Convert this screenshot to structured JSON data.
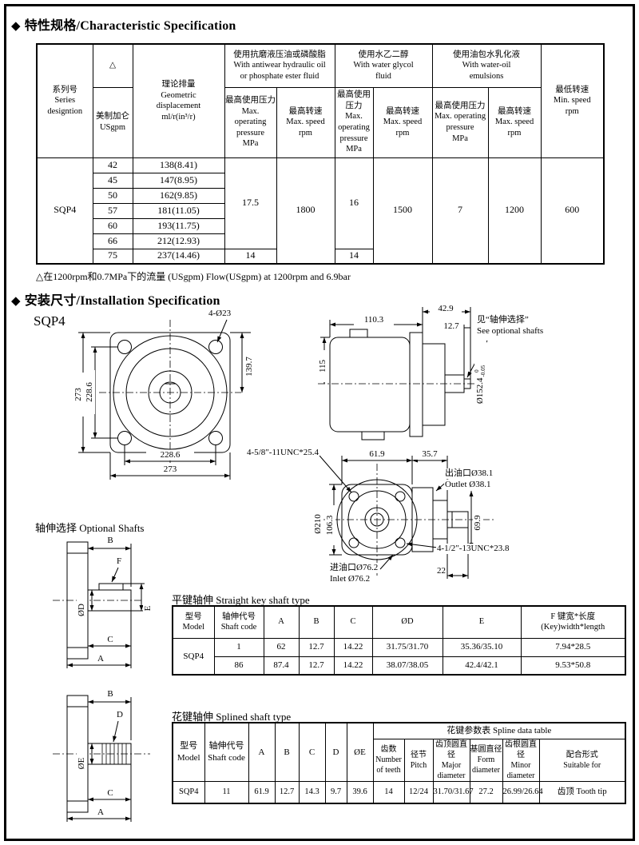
{
  "sec1": {
    "bullet": "◆",
    "title": "特性规格/Characteristic Specification"
  },
  "sec2": {
    "bullet": "◆",
    "title": "安装尺寸/Installation Specification"
  },
  "spec_table": {
    "series_header": "系列号\nSeries\ndesigntion",
    "triangle": "△",
    "usgpm_header": "美制加仑\nUSgpm",
    "displacement_header": "理论排量\nGeometric\ndisplacement\nml/r(in³/r)",
    "group_antiwear": "使用抗磨液压油或磷酸脂\nWith antiwear hydraulic oil\nor phosphate ester fluid",
    "group_glycol": "使用水乙二醇\nWith water glycol\nfluid",
    "group_emulsion": "使用油包水乳化液\nWith water-oil\nemulsions",
    "pressure_header": "最高使用压力\nMax. operating\npressure\nMPa",
    "speed_header": "最高转速\nMax. speed\nrpm",
    "min_speed_header": "最低转速\nMin. speed\nrpm",
    "series_value": "SQP4",
    "rows": [
      {
        "usgpm": "42",
        "disp": "138(8.41)"
      },
      {
        "usgpm": "45",
        "disp": "147(8.95)"
      },
      {
        "usgpm": "50",
        "disp": "162(9.85)"
      },
      {
        "usgpm": "57",
        "disp": "181(11.05)"
      },
      {
        "usgpm": "60",
        "disp": "193(11.75)"
      },
      {
        "usgpm": "66",
        "disp": "212(12.93)"
      },
      {
        "usgpm": "75",
        "disp": "237(14.46)"
      }
    ],
    "antiwear_pressure_main": "17.5",
    "antiwear_pressure_last": "14",
    "antiwear_speed": "1800",
    "glycol_pressure_main": "16",
    "glycol_pressure_last": "14",
    "glycol_speed": "1500",
    "emulsion_pressure": "7",
    "emulsion_speed": "1200",
    "min_speed": "600"
  },
  "note": "△在1200rpm和0.7MPa下的流量 (USgpm) Flow(USgpm) at 1200rpm and 6.9bar",
  "install": {
    "model": "SQP4",
    "front": {
      "bolt": "4-Ø23",
      "right_dim": "139.7",
      "left_outer": "273",
      "left_inner": "228.6",
      "bottom_inner": "228.6",
      "bottom_outer": "273"
    },
    "side": {
      "top_main": "110.3",
      "top_right": "42.9",
      "top_small": "12.7",
      "left_dim": "115",
      "pilot_dia": "Ø152.4",
      "tol_top": "0",
      "tol_bot": "-0.05",
      "see_cn": "见“轴伸选择”",
      "see_en": "See optional shafts"
    },
    "rear": {
      "unc_top": "4-5/8″-11UNC*25.4",
      "dim_a": "61.9",
      "dim_b": "35.7",
      "outlet_cn": "出油口Ø38.1",
      "outlet_en": "Outlet Ø38.1",
      "dia": "Ø210",
      "dim_c": "106.3",
      "dim_d": "69.9",
      "unc_bottom": "4-1/2″-13UNC*23.8",
      "inlet_cn": "进油口Ø76.2",
      "inlet_en": "Inlet Ø76.2",
      "dim_e": "22"
    }
  },
  "optional_shafts": {
    "title": "轴伸选择 Optional Shafts",
    "shaft1": {
      "b": "B",
      "f": "F",
      "d": "ØD",
      "e": "E",
      "c": "C",
      "a": "A"
    },
    "shaft2": {
      "b": "B",
      "d": "D",
      "e": "ØE",
      "c": "C",
      "a": "A"
    }
  },
  "straight_table": {
    "title": "平键轴伸 Straight key shaft type",
    "headers": [
      "型号\nModel",
      "轴伸代号\nShaft code",
      "A",
      "B",
      "C",
      "ØD",
      "E",
      "F 键宽*长度\n(Key)width*length"
    ],
    "model": "SQP4",
    "rows": [
      [
        "1",
        "62",
        "12.7",
        "14.22",
        "31.75/31.70",
        "35.36/35.10",
        "7.94*28.5"
      ],
      [
        "86",
        "87.4",
        "12.7",
        "14.22",
        "38.07/38.05",
        "42.4/42.1",
        "9.53*50.8"
      ]
    ]
  },
  "splined_table": {
    "title": "花键轴伸 Splined shaft type",
    "group_header": "花键参数表 Spline data table",
    "headers": [
      "型号\nModel",
      "轴伸代号\nShaft code",
      "A",
      "B",
      "C",
      "D",
      "ØE",
      "齿数\nNumber\nof teeth",
      "径节\nPitch",
      "齿顶圆直径\nMajor\ndiameter",
      "基圆直径\nForm\ndiameter",
      "齿根圆直径\nMinor\ndiameter",
      "配合形式\nSuitable for"
    ],
    "row": [
      "SQP4",
      "11",
      "61.9",
      "12.7",
      "14.3",
      "9.7",
      "39.6",
      "14",
      "12/24",
      "31.70/31.67",
      "27.2",
      "26.99/26.64",
      "齿顶 Tooth tip"
    ]
  }
}
